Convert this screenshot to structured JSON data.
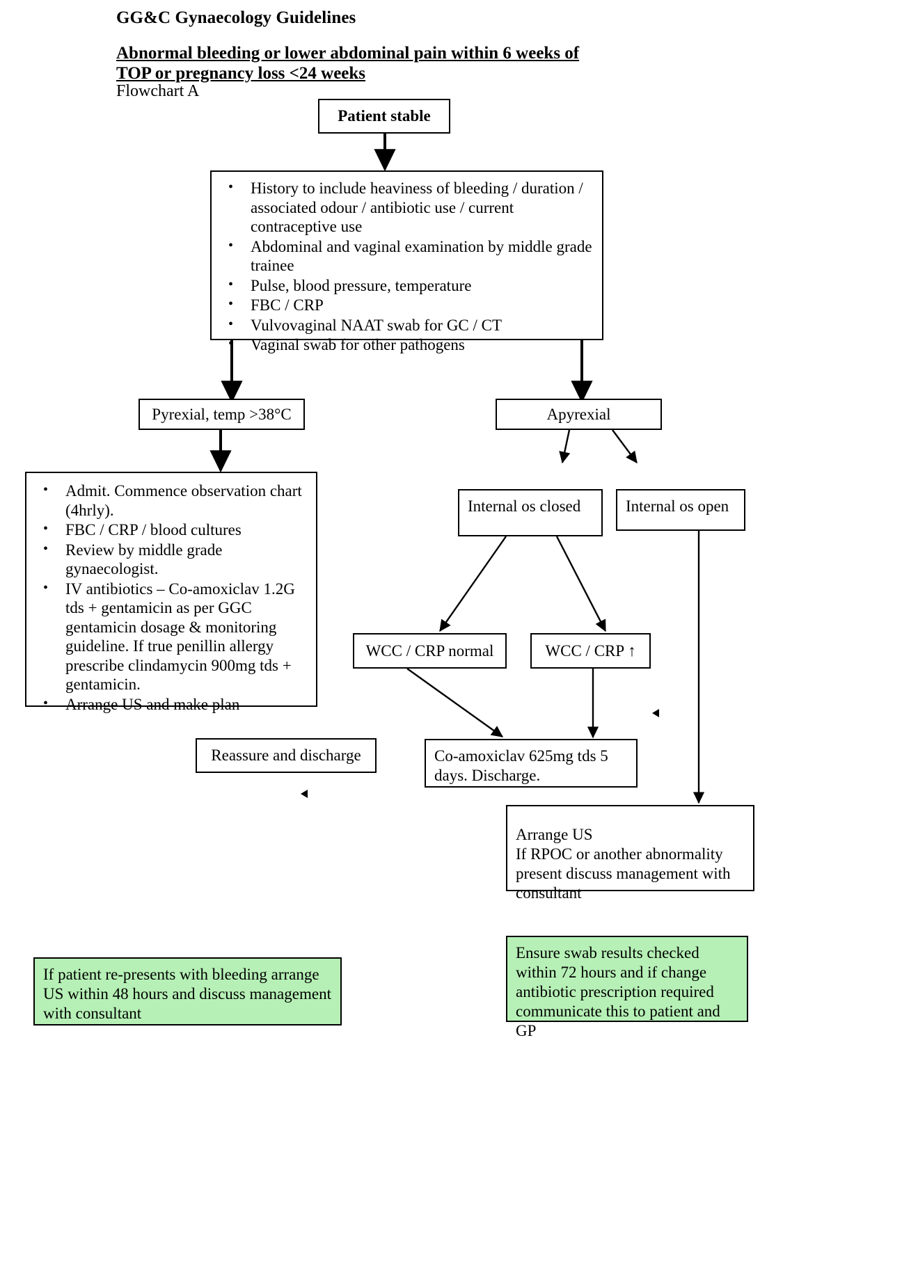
{
  "header": {
    "org_title": "GG&C Gynaecology Guidelines",
    "document_title": "Abnormal bleeding or lower abdominal pain within 6 weeks of TOP or pregnancy loss <24 weeks",
    "flowchart_label": "Flowchart A"
  },
  "nodes": {
    "patient_stable": "Patient stable",
    "assessment_items": [
      "History to include heaviness of bleeding / duration / associated odour / antibiotic use / current contraceptive use",
      "Abdominal and vaginal examination by middle grade trainee",
      "Pulse, blood pressure, temperature",
      "FBC / CRP",
      "Vulvovaginal NAAT swab for GC / CT",
      "Vaginal swab for other pathogens"
    ],
    "pyrexial": "Pyrexial, temp >38°C",
    "apyrexial": "Apyrexial",
    "admit_items": [
      "Admit. Commence observation chart (4hrly).",
      "FBC / CRP / blood cultures",
      "Review by middle grade gynaecologist.",
      "IV antibiotics – Co-amoxiclav 1.2G tds + gentamicin as per GGC gentamicin dosage & monitoring guideline. If true penillin allergy prescribe clindamycin 900mg tds + gentamicin.",
      "Arrange US and make plan"
    ],
    "os_closed": "Internal os closed",
    "os_open": "Internal os open",
    "wcc_normal": "WCC / CRP normal",
    "wcc_raised": "WCC / CRP ↑",
    "reassure": "Reassure and discharge",
    "coamox_oral": "Co-amoxiclav 625mg tds 5 days. Discharge.",
    "arrange_us": "Arrange US\nIf RPOC or another abnormality present discuss management with consultant"
  },
  "footnotes": {
    "left": "If patient re-presents with bleeding arrange US within 48 hours and discuss management with consultant",
    "right": "Ensure swab results checked within 72 hours and if change antibiotic prescription required communicate this to patient and GP"
  },
  "colors": {
    "footnote_fill": "#b6f0b6",
    "line": "#000000",
    "page": "#ffffff"
  }
}
